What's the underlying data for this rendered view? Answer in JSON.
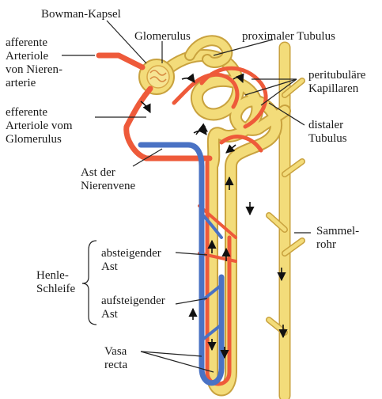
{
  "labels": {
    "bowman": "Bowman-Kapsel",
    "glomerulus": "Glomerulus",
    "proximal": "proximaler Tubulus",
    "afferent": "afferente\nArteriole\nvon Nieren-\narterie",
    "peritubular": "peritubuläre\nKapillaren",
    "efferent": "efferente\nArteriole vom\nGlomerulus",
    "distal": "distaler\nTubulus",
    "vein": "Ast der\nNierenvene",
    "collecting": "Sammel-\nrohr",
    "descending": "absteigender\nAst",
    "henle": "Henle-\nSchleife",
    "ascending": "aufsteigender\nAst",
    "vasa": "Vasa\nrecta"
  },
  "colors": {
    "tubule": "#f3dc7a",
    "tubule_outline": "#c9a23e",
    "artery": "#ee5a3a",
    "vein": "#4a72c4",
    "leader": "#222222"
  }
}
